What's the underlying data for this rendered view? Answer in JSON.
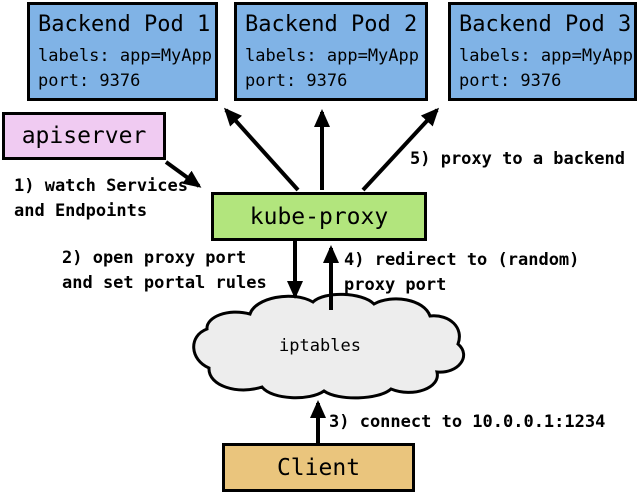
{
  "nodes": {
    "pods": [
      {
        "title": "Backend Pod 1",
        "labels_line": "labels: app=MyApp",
        "port_line": "port: 9376"
      },
      {
        "title": "Backend Pod 2",
        "labels_line": "labels: app=MyApp",
        "port_line": "port: 9376"
      },
      {
        "title": "Backend Pod 3",
        "labels_line": "labels: app=MyApp",
        "port_line": "port: 9376"
      }
    ],
    "apiserver": {
      "label": "apiserver"
    },
    "kube_proxy": {
      "label": "kube-proxy"
    },
    "iptables": {
      "label": "iptables"
    },
    "client": {
      "label": "Client"
    }
  },
  "steps": [
    {
      "text": "1) watch Services\nand Endpoints"
    },
    {
      "text": "2) open proxy port\nand set portal rules"
    },
    {
      "text": "3) connect to 10.0.0.1:1234"
    },
    {
      "text": "4) redirect to (random)\nproxy port"
    },
    {
      "text": "5) proxy to a backend"
    }
  ],
  "colors": {
    "pod_fill": "#80b3e6",
    "apiserver_fill": "#f0cbf2",
    "kube_proxy_fill": "#b2e57d",
    "client_fill": "#eac57d",
    "cloud_fill": "#ededed",
    "line": "#000000"
  }
}
